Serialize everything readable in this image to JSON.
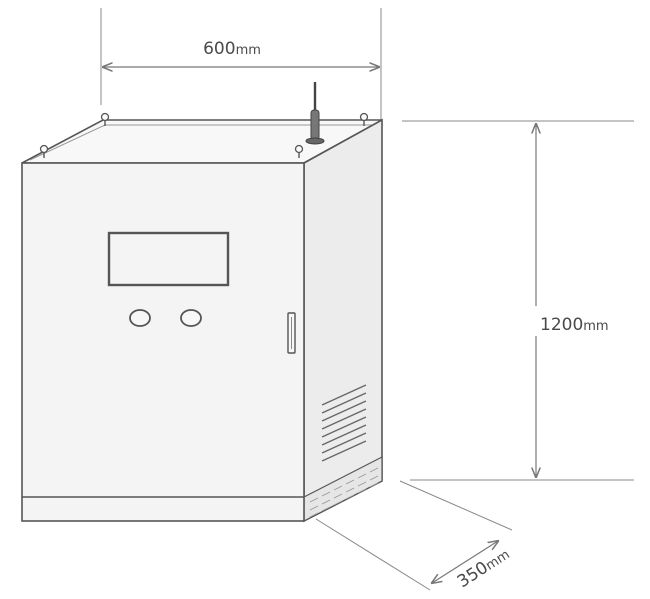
{
  "dimensions": {
    "width": {
      "value": "600",
      "unit": "mm"
    },
    "height": {
      "value": "1200",
      "unit": "mm"
    },
    "depth": {
      "value": "350",
      "unit": "mm"
    }
  },
  "colors": {
    "line": "#555555",
    "cabinet_front": "#f4f4f4",
    "cabinet_side": "#ececec",
    "cabinet_top": "#f8f8f8",
    "dimension_line": "#777777"
  }
}
